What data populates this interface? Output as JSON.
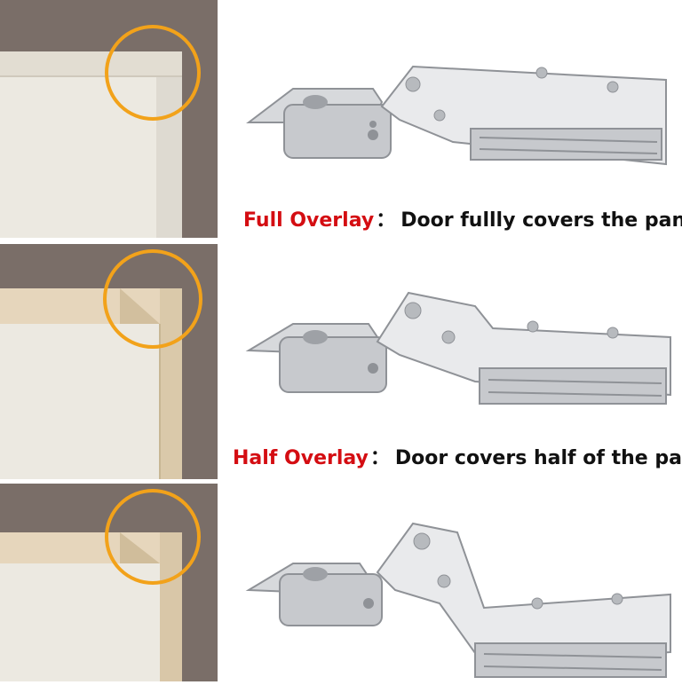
{
  "colors": {
    "wall": "#7a6e68",
    "door_face": "#ece9e1",
    "panel_edge": "#e6d6bc",
    "highlight_ring": "#f2a21a",
    "term_red": "#d40d12",
    "metal_light": "#e9eaec",
    "metal_mid": "#c7c9cd",
    "metal_dark": "#8f9297"
  },
  "captions": [
    {
      "term": "Full Overlay",
      "separator": "：",
      "description": "Door fullly covers the pane"
    },
    {
      "term": "Half Overlay",
      "separator": "：",
      "description": "Door covers half of the pane"
    }
  ],
  "illustrations": [
    {
      "type": "full-overlay",
      "icon": "cabinet-corner-full-overlay"
    },
    {
      "type": "half-overlay",
      "icon": "cabinet-corner-half-overlay"
    },
    {
      "type": "inset",
      "icon": "cabinet-corner-inset"
    }
  ],
  "hinges": [
    {
      "type": "straight-arm",
      "icon": "straight-arm-hinge"
    },
    {
      "type": "half-crank-arm",
      "icon": "half-crank-hinge"
    },
    {
      "type": "full-crank-arm",
      "icon": "full-crank-hinge"
    }
  ]
}
